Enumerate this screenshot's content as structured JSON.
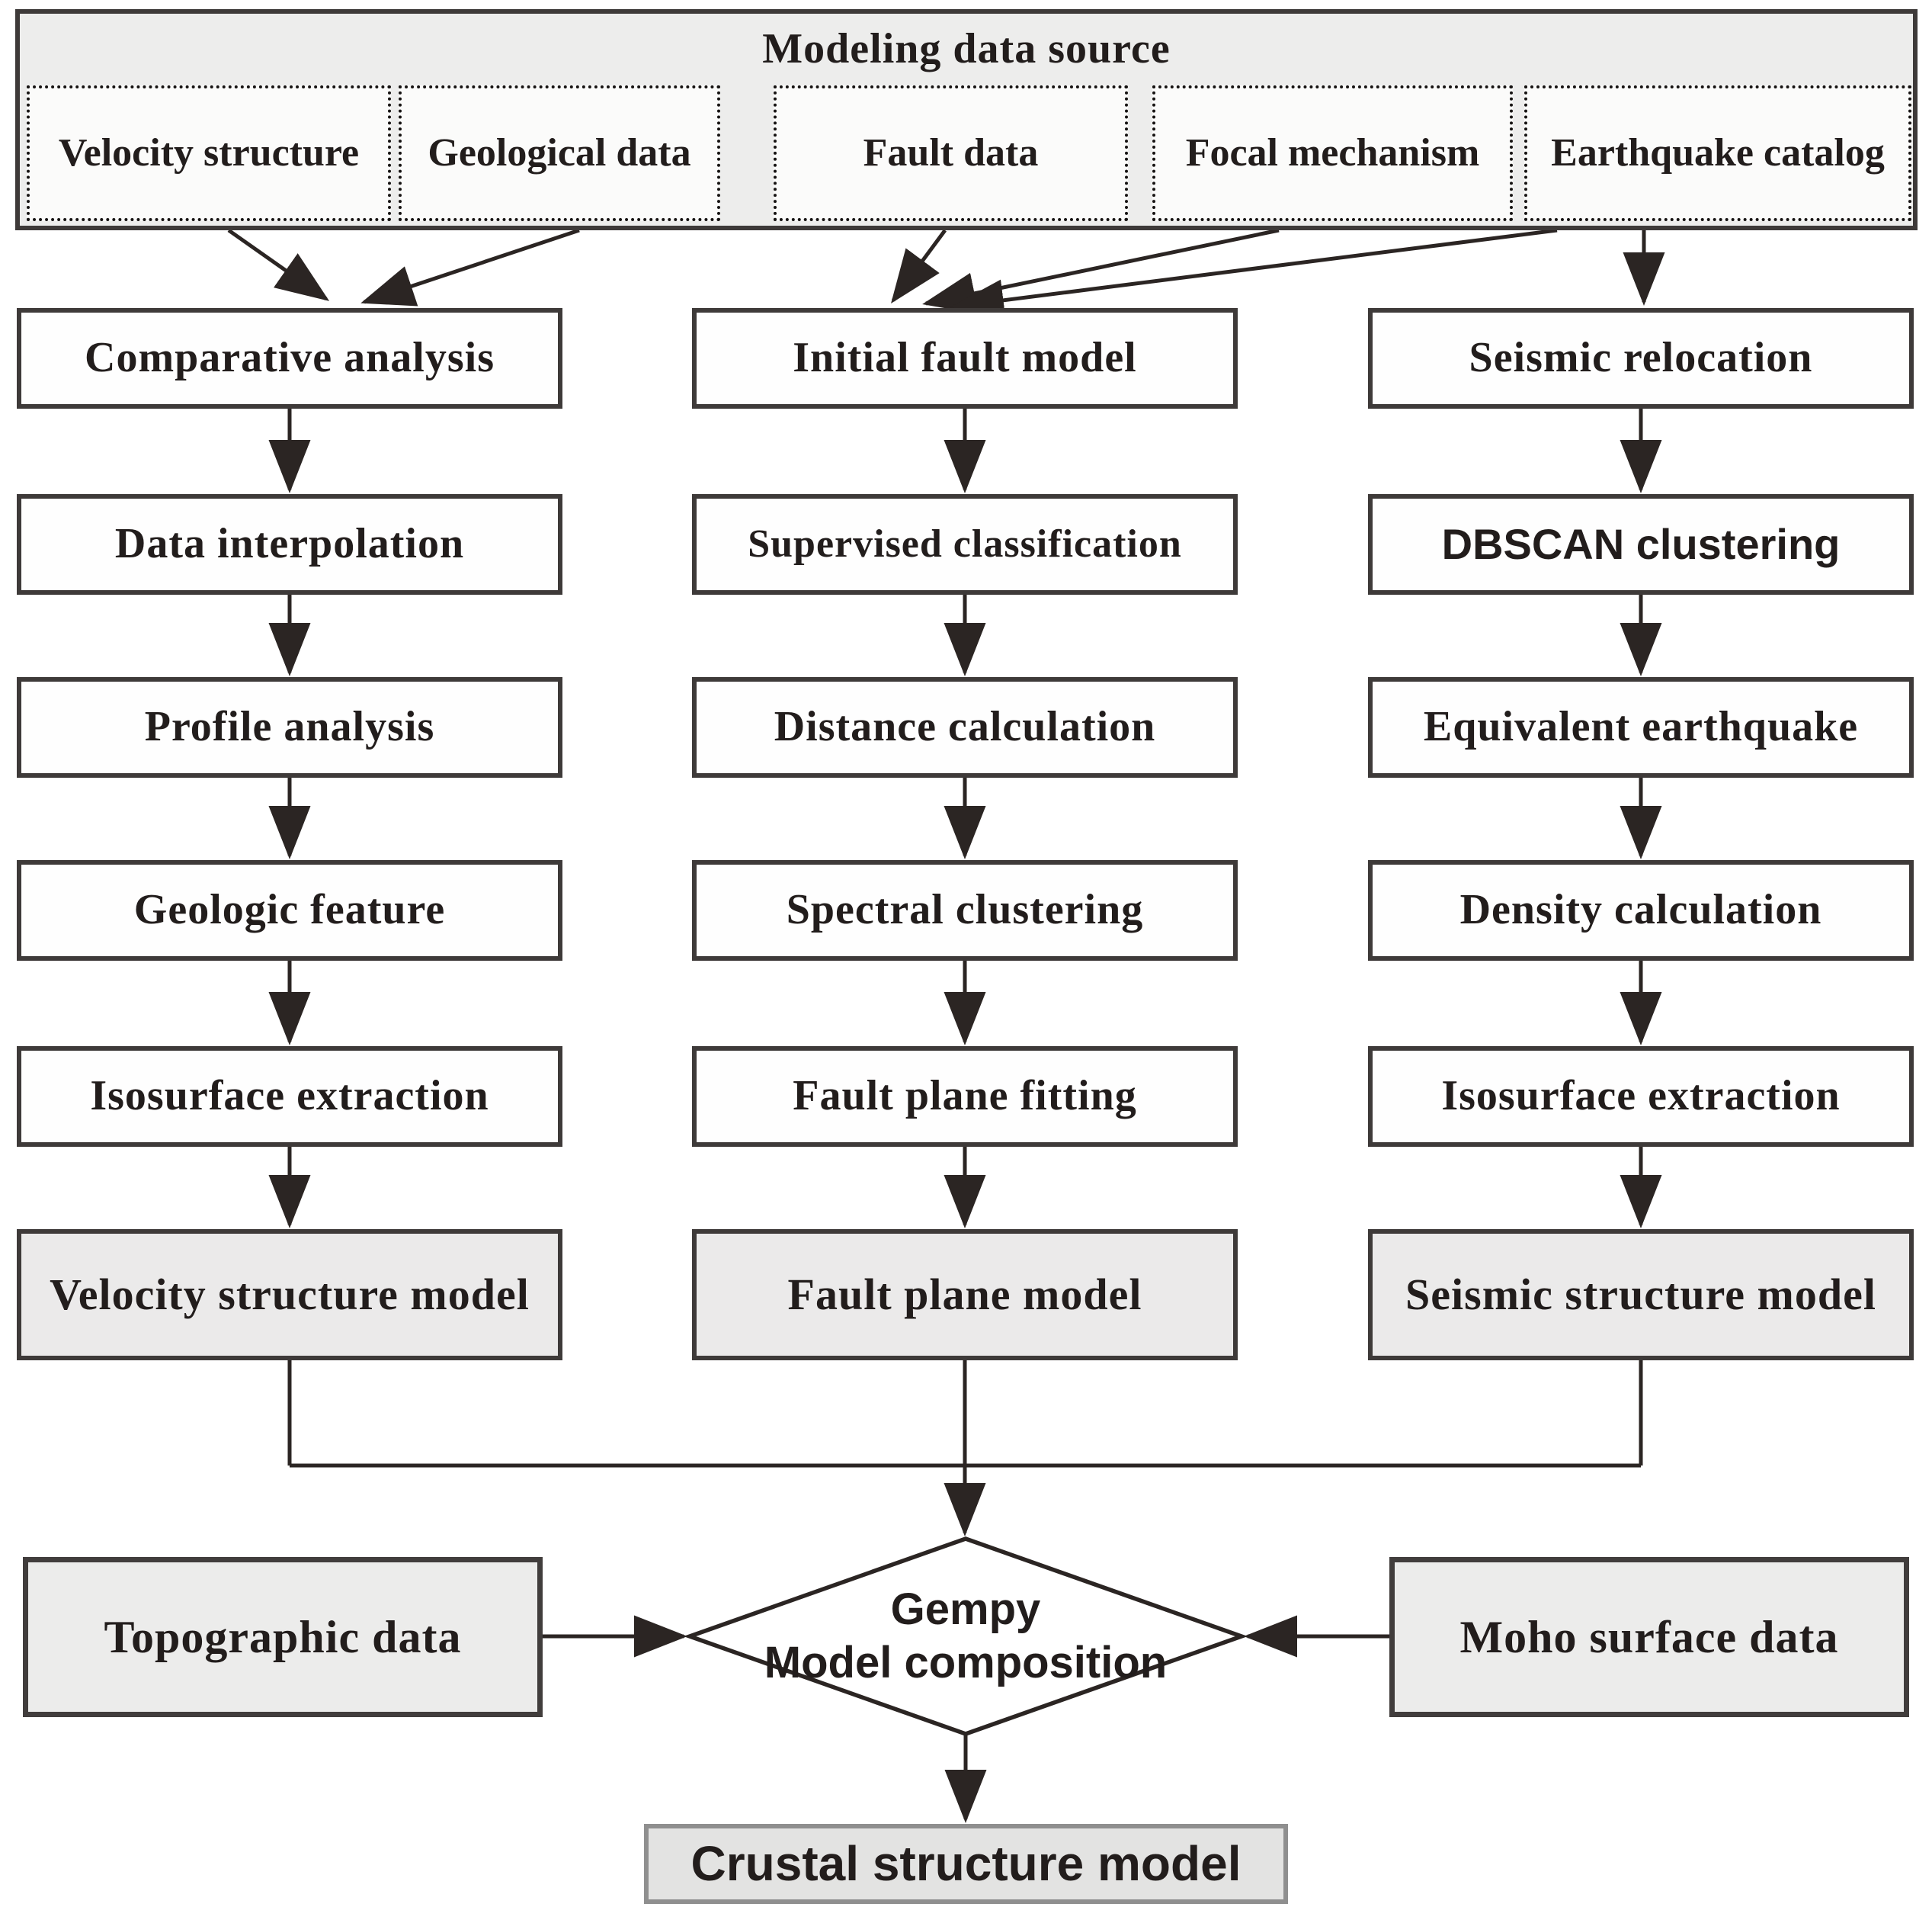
{
  "source_panel": {
    "title": "Modeling data source",
    "items": [
      {
        "label": "Velocity structure"
      },
      {
        "label": "Geological data"
      },
      {
        "label": "Fault data"
      },
      {
        "label": "Focal mechanism"
      },
      {
        "label": "Earthquake catalog"
      }
    ]
  },
  "pipelines": [
    {
      "name": "velocity-pipeline",
      "steps": [
        "Comparative analysis",
        "Data interpolation",
        "Profile analysis",
        "Geologic feature",
        "Isosurface extraction"
      ],
      "result": "Velocity structure model"
    },
    {
      "name": "fault-pipeline",
      "steps": [
        "Initial fault model",
        "Supervised classification",
        "Distance calculation",
        "Spectral clustering",
        "Fault plane fitting"
      ],
      "result": "Fault plane model"
    },
    {
      "name": "seismic-pipeline",
      "steps": [
        "Seismic relocation",
        "DBSCAN clustering",
        "Equivalent earthquake",
        "Density calculation",
        "Isosurface extraction"
      ],
      "result": "Seismic structure model"
    }
  ],
  "composition": {
    "line1": "Gempy",
    "line2": "Model composition"
  },
  "aux_inputs": {
    "topographic": "Topographic data",
    "moho": "Moho surface data"
  },
  "output": {
    "label": "Crustal structure model"
  },
  "colors": {
    "line": "#2b2523",
    "node_border": "#3e3a39",
    "panel_fill": "#ededec",
    "shaded_fill": "#ebeaea",
    "output_fill": "#e3e3e2",
    "output_border": "#8f8f8f"
  }
}
